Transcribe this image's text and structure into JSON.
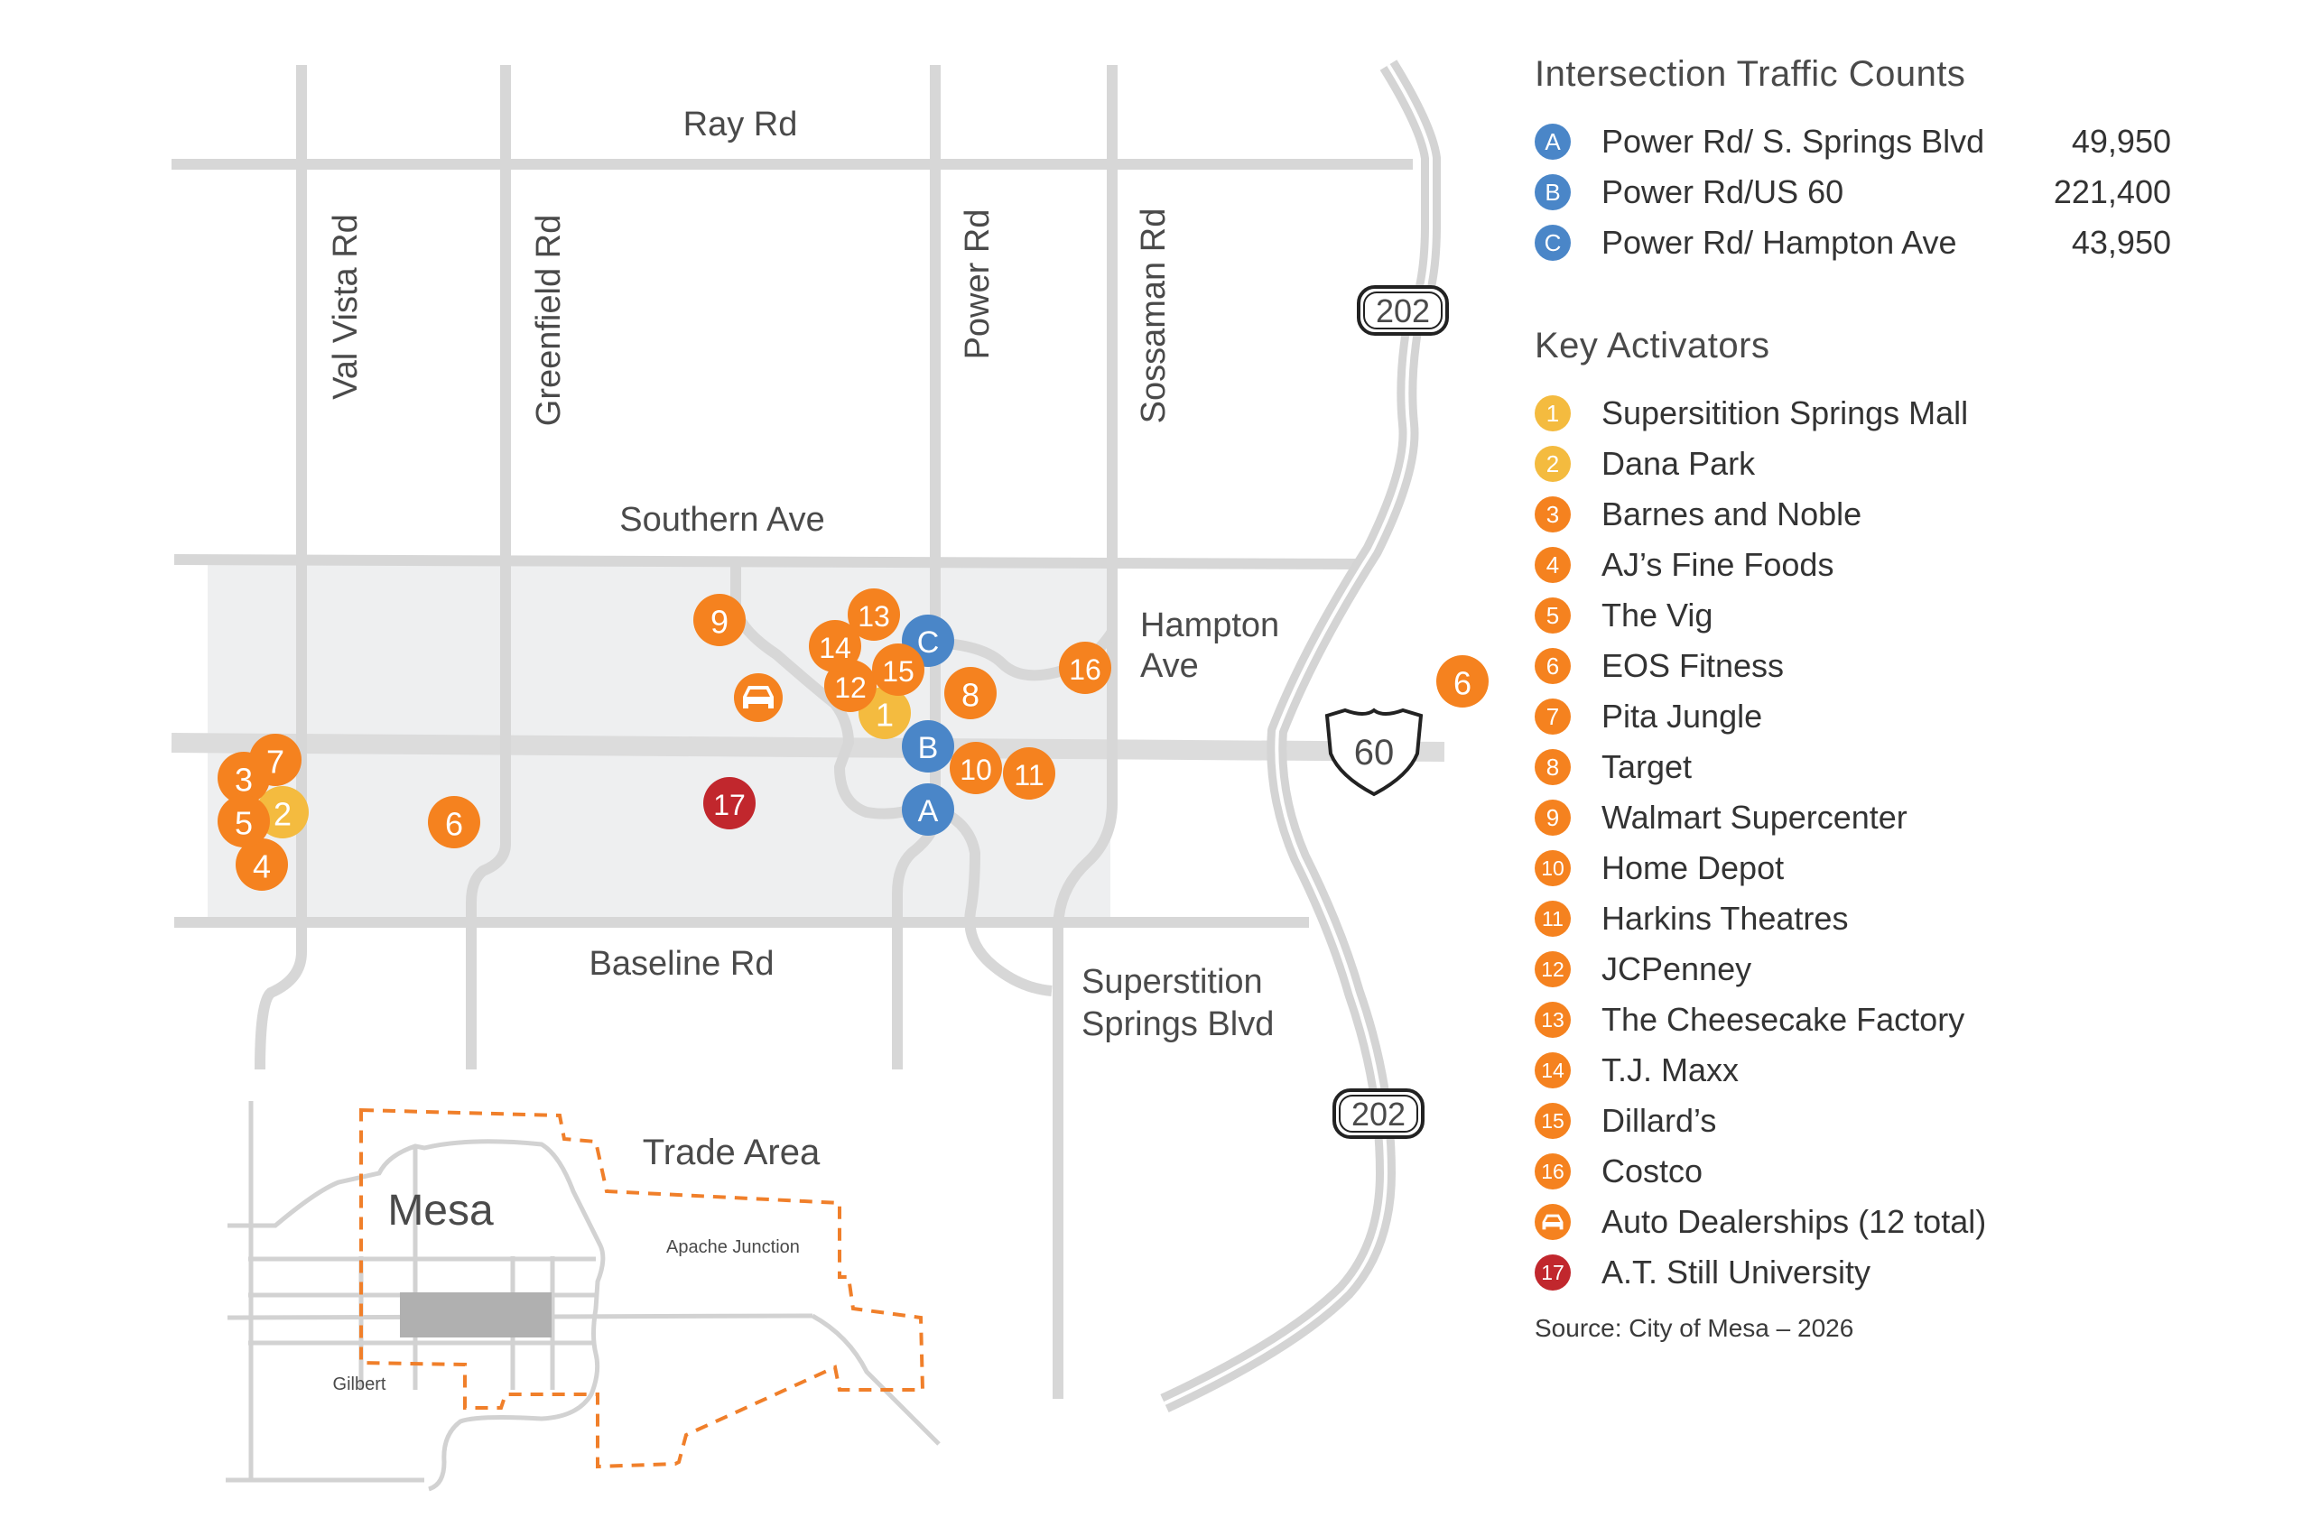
{
  "roads": {
    "ray": "Ray Rd",
    "southern": "Southern Ave",
    "baseline": "Baseline Rd",
    "val_vista": "Val Vista Rd",
    "greenfield": "Greenfield Rd",
    "power": "Power Rd",
    "sossaman": "Sossaman Rd",
    "hampton_1": "Hampton",
    "hampton_2": "Ave",
    "superstition_1": "Superstition",
    "superstition_2": "Springs Blvd",
    "hwy_202_top": "202",
    "hwy_202_bottom": "202",
    "us_60": "60"
  },
  "inset": {
    "trade_area": "Trade Area",
    "mesa": "Mesa",
    "apache_junction": "Apache Junction",
    "gilbert": "Gilbert"
  },
  "intersection_markers": [
    {
      "letter": "A"
    },
    {
      "letter": "B"
    },
    {
      "letter": "C"
    }
  ],
  "activator_markers": [
    {
      "num": "1"
    },
    {
      "num": "2"
    },
    {
      "num": "3"
    },
    {
      "num": "4"
    },
    {
      "num": "5"
    },
    {
      "num": "6"
    },
    {
      "num": "6"
    },
    {
      "num": "7"
    },
    {
      "num": "8"
    },
    {
      "num": "9"
    },
    {
      "num": "10"
    },
    {
      "num": "11"
    },
    {
      "num": "12"
    },
    {
      "num": "13"
    },
    {
      "num": "14"
    },
    {
      "num": "15"
    },
    {
      "num": "16"
    },
    {
      "num": "17"
    }
  ],
  "legend": {
    "traffic_title": "Intersection Traffic Counts",
    "traffic": [
      {
        "letter": "A",
        "label": "Power Rd/ S. Springs Blvd",
        "count": "49,950"
      },
      {
        "letter": "B",
        "label": "Power Rd/US 60",
        "count": "221,400"
      },
      {
        "letter": "C",
        "label": "Power Rd/ Hampton Ave",
        "count": "43,950"
      }
    ],
    "activators_title": "Key Activators",
    "activators": [
      {
        "num": "1",
        "label": "Supersitition Springs Mall",
        "color": "#f4bb3f"
      },
      {
        "num": "2",
        "label": "Dana Park",
        "color": "#f4bb3f"
      },
      {
        "num": "3",
        "label": "Barnes and Noble",
        "color": "#f5821f"
      },
      {
        "num": "4",
        "label": "AJ’s Fine Foods",
        "color": "#f5821f"
      },
      {
        "num": "5",
        "label": "The Vig",
        "color": "#f5821f"
      },
      {
        "num": "6",
        "label": "EOS Fitness",
        "color": "#f5821f"
      },
      {
        "num": "7",
        "label": "Pita Jungle",
        "color": "#f5821f"
      },
      {
        "num": "8",
        "label": "Target",
        "color": "#f5821f"
      },
      {
        "num": "9",
        "label": "Walmart Supercenter",
        "color": "#f5821f"
      },
      {
        "num": "10",
        "label": "Home Depot",
        "color": "#f5821f"
      },
      {
        "num": "11",
        "label": "Harkins Theatres",
        "color": "#f5821f"
      },
      {
        "num": "12",
        "label": "JCPenney",
        "color": "#f5821f"
      },
      {
        "num": "13",
        "label": "The Cheesecake Factory",
        "color": "#f5821f"
      },
      {
        "num": "14",
        "label": "T.J. Maxx",
        "color": "#f5821f"
      },
      {
        "num": "15",
        "label": "Dillard’s",
        "color": "#f5821f"
      },
      {
        "num": "16",
        "label": "Costco",
        "color": "#f5821f"
      },
      {
        "num": "auto",
        "label": "Auto Dealerships (12 total)",
        "color": "#f5821f"
      },
      {
        "num": "17",
        "label": "A.T. Still University",
        "color": "#c1272d"
      }
    ],
    "source": "Source: City of Mesa – 2026"
  },
  "colors": {
    "road": "#d7d7d7",
    "shade": "#eeeff0",
    "blue": "#4a86c8",
    "orange": "#f5821f",
    "yellow": "#f4bb3f",
    "red": "#c1272d",
    "trade_area": "#f07f2a"
  }
}
